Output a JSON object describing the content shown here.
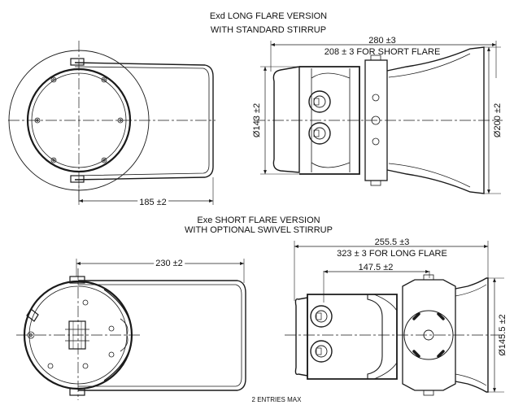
{
  "top_section": {
    "title_line1": "Exd LONG FLARE VERSION",
    "title_line2": "WITH STANDARD STIRRUP",
    "dim_length": "280 ±3",
    "dim_short": "208 ± 3 FOR SHORT FLARE",
    "dim_body": "Ø143 ±2",
    "dim_flare": "Ø200 ±2",
    "dim_stirrup": "185 ±2"
  },
  "bottom_section": {
    "title_line1": "Exe SHORT FLARE VERSION",
    "title_line2": "WITH OPTIONAL SWIVEL STIRRUP",
    "dim_stirrup": "230 ±2",
    "dim_length": "255.5 ±3",
    "dim_long": "323 ± 3 FOR LONG FLARE",
    "dim_inner": "147.5 ±2",
    "dim_flare": "Ø145.5 ±2",
    "note": "2 ENTRIES MAX"
  }
}
